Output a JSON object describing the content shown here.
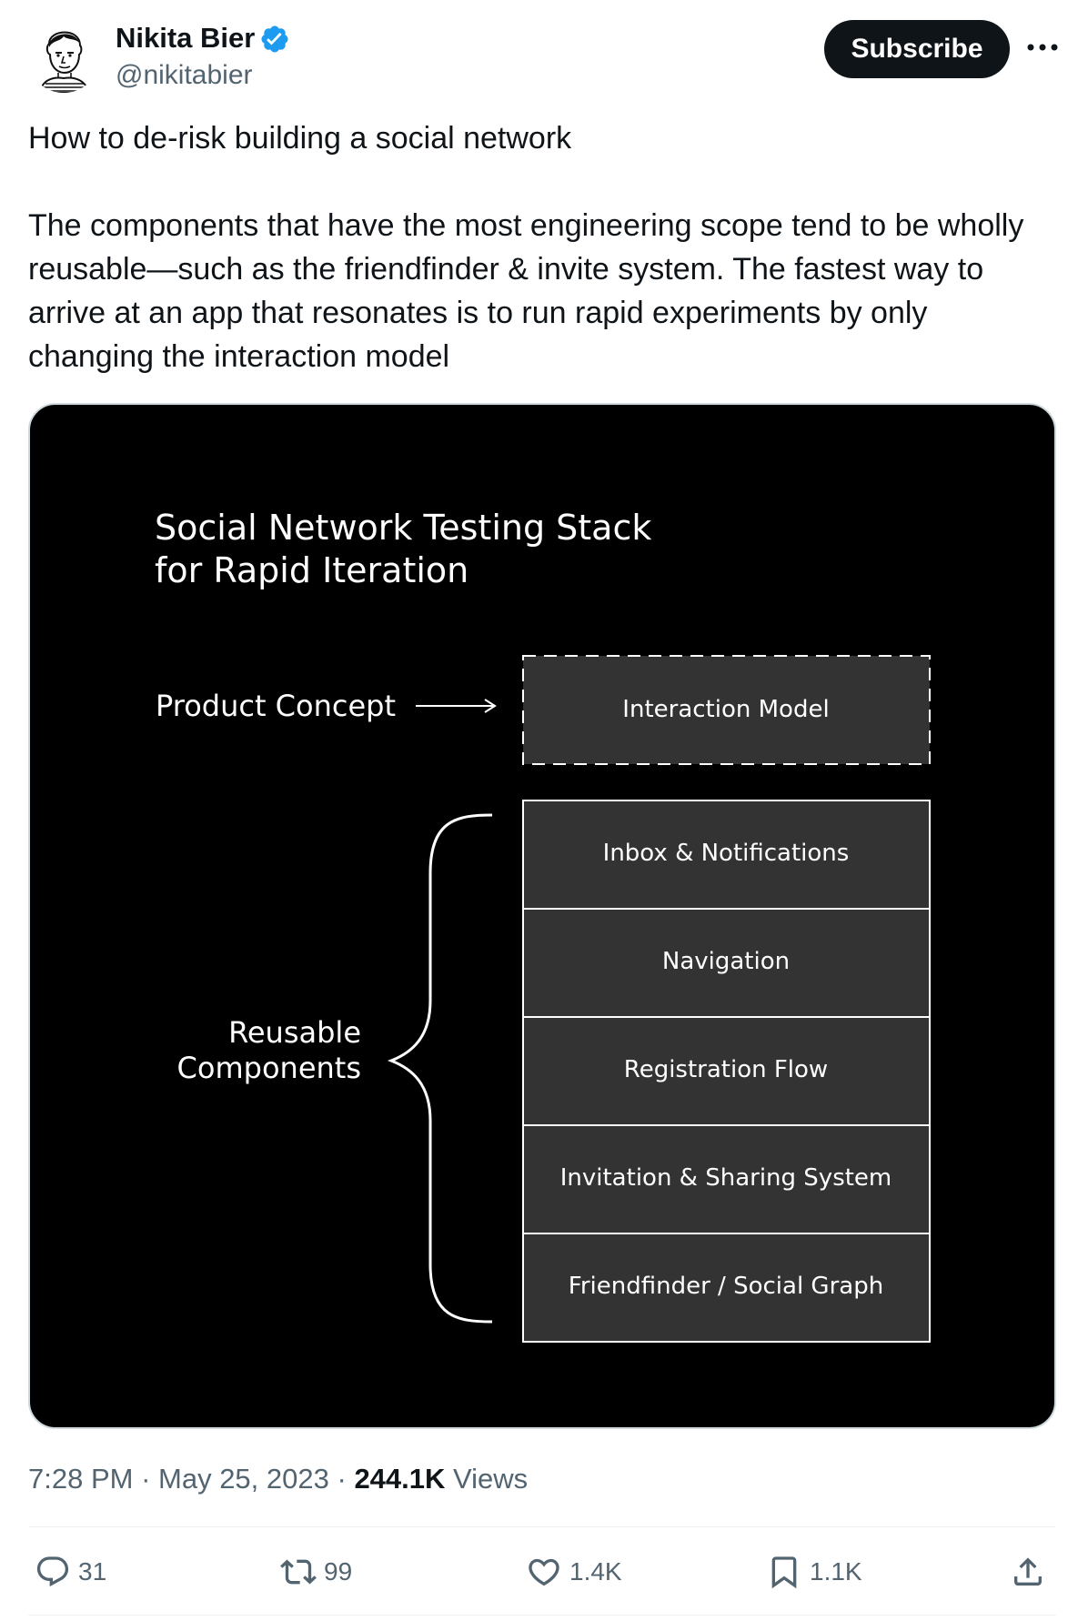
{
  "author": {
    "name": "Nikita Bier",
    "handle": "@nikitabier",
    "verified": true,
    "avatar_icon": "avatar-sketch"
  },
  "header": {
    "subscribe_label": "Subscribe",
    "more_icon": "more-icon"
  },
  "tweet": {
    "lines": [
      "How to de-risk building a social network",
      "",
      "The components that have the most engineering scope tend to be wholly",
      "reusable—such as the friendfinder & invite system. The fastest way to",
      "arrive at an app that resonates is to run rapid experiments by only",
      "changing the interaction model"
    ]
  },
  "diagram": {
    "title_line1": "Social Network Testing Stack",
    "title_line2": "for Rapid Iteration",
    "product_concept_label": "Product Concept",
    "interaction_model_label": "Interaction Model",
    "reusable_label_line1": "Reusable",
    "reusable_label_line2": "Components",
    "stack": [
      "Inbox & Notifications",
      "Navigation",
      "Registration Flow",
      "Invitation & Sharing System",
      "Friendfinder / Social Graph"
    ]
  },
  "meta": {
    "time": "7:28 PM",
    "separator": " · ",
    "date": "May 25, 2023",
    "views_count": "244.1K",
    "views_label": "Views"
  },
  "actions": {
    "replies": "31",
    "reposts": "99",
    "likes": "1.4K",
    "bookmarks": "1.1K"
  },
  "colors": {
    "text_primary": "#0f1419",
    "text_secondary": "#536471",
    "verified_blue": "#1d9bf0",
    "media_bg": "#000000",
    "stack_box": "#333333"
  }
}
